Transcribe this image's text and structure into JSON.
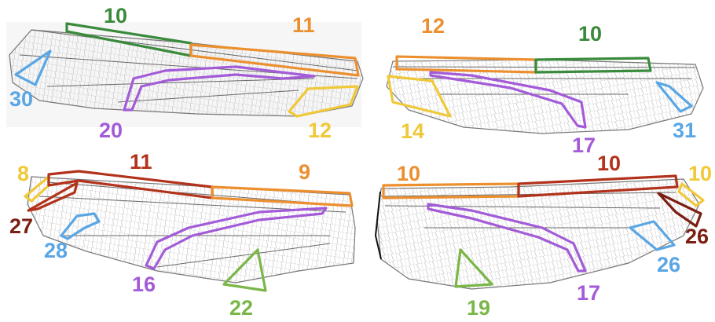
{
  "colors": {
    "green": "#3a8a3c",
    "orange": "#ec8f2f",
    "purple": "#a35bd8",
    "yellow": "#efc938",
    "blue": "#5aa6e4",
    "red": "#b2321b",
    "darkred": "#7b1f12",
    "lightgreen": "#7ab648"
  },
  "wings": {
    "top_left": {
      "labels": {
        "costa_inner": "10",
        "costa_outer": "11",
        "base_cell": "30",
        "radial_band": "20",
        "apical_cell": "12"
      }
    },
    "top_right": {
      "labels": {
        "costa_inner": "12",
        "costa_outer": "10",
        "base_cell": "14",
        "radial_band": "17",
        "tip_cell": "31"
      }
    },
    "bottom_left": {
      "labels": {
        "tip_small": "8",
        "costa_red": "11",
        "costa_orange": "9",
        "tip_band": "27",
        "tip_cell": "28",
        "radial_band": "16",
        "trailing_cell": "22"
      }
    },
    "bottom_right": {
      "labels": {
        "costa_orange": "10",
        "costa_red": "10",
        "tip_small": "10",
        "tip_band": "26",
        "tip_cell": "26",
        "radial_band": "17",
        "trailing_cell": "19"
      }
    }
  }
}
